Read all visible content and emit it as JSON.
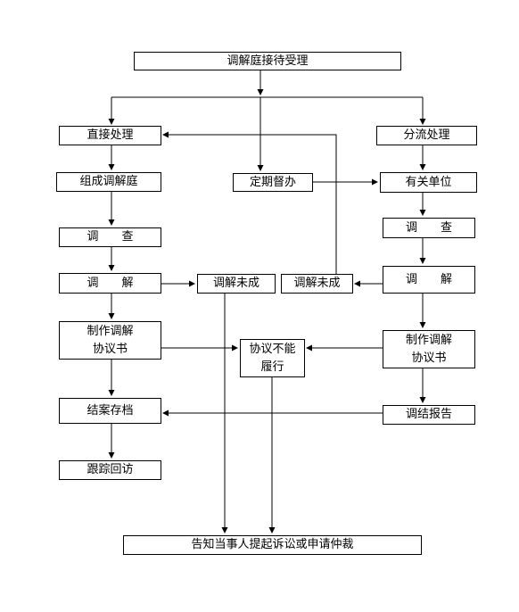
{
  "nodes": {
    "start": "调解庭接待受理",
    "direct": "直接处理",
    "form_court": "组成调解庭",
    "investigate_left": "调　　查",
    "mediate_left": "调　　解",
    "fail_left": "调解未成",
    "agreement_left": "制作调解\n协议书",
    "archive": "结案存档",
    "followup": "跟踪回访",
    "supervise": "定期督办",
    "divert": "分流处理",
    "related_unit": "有关单位",
    "investigate_right": "调　　查",
    "mediate_right": "调　　解",
    "fail_right": "调解未成",
    "agreement_right": "制作调解\n协议书",
    "report": "调结报告",
    "cannot_perform": "协议不能\n履行",
    "notify": "告知当事人提起诉讼或申请仲裁"
  }
}
